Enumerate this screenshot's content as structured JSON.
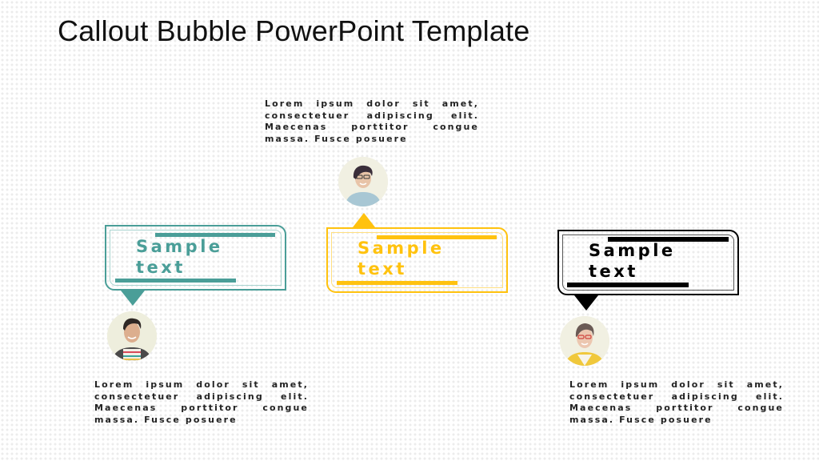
{
  "slide": {
    "title": "Callout Bubble PowerPoint Template"
  },
  "colors": {
    "teal": "#4a9e98",
    "teal_light": "#a9d4d0",
    "yellow": "#ffc20e",
    "yellow_light": "#ffdf80",
    "black": "#000000",
    "black_light": "#555555"
  },
  "callouts": [
    {
      "id": "left",
      "label_line1": "Sample",
      "label_line2": "text",
      "color": "teal",
      "pointer": "down",
      "avatar": "man-striped-shirt-photo",
      "description": "Lorem ipsum dolor sit amet, consectetuer adipiscing elit. Maecenas porttitor congue massa. Fusce posuere"
    },
    {
      "id": "center",
      "label_line1": "Sample",
      "label_line2": "text",
      "color": "yellow",
      "pointer": "up",
      "avatar": "woman-glasses-denim-photo",
      "description": "Lorem ipsum dolor sit amet, consectetuer adipiscing elit. Maecenas porttitor congue massa. Fusce posuere"
    },
    {
      "id": "right",
      "label_line1": "Sample",
      "label_line2": "text",
      "color": "black",
      "pointer": "down",
      "avatar": "woman-red-glasses-yellow-cardigan-photo",
      "description": "Lorem ipsum dolor sit amet, consectetuer adipiscing elit. Maecenas porttitor congue massa. Fusce posuere"
    }
  ]
}
